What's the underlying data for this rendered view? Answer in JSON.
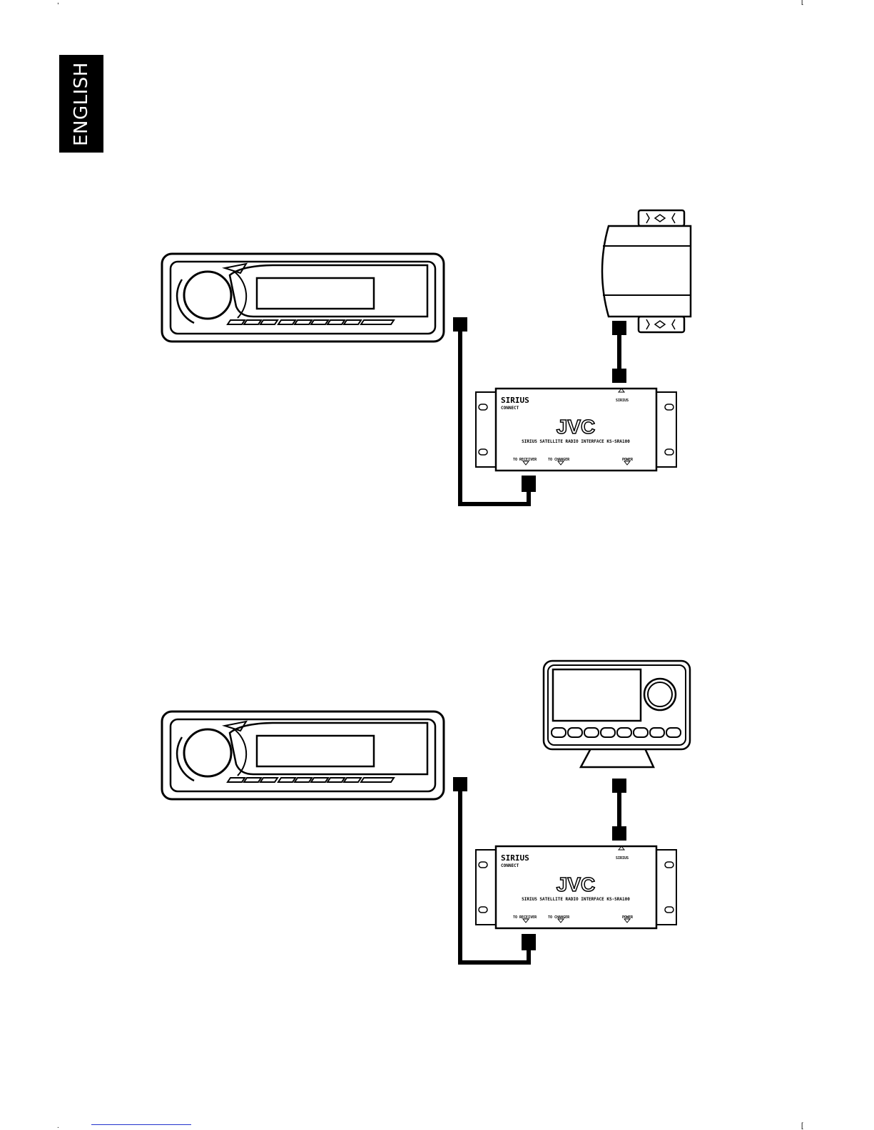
{
  "language_tab": "ENGLISH",
  "interface_box": {
    "brand_logo": "SIRIUS",
    "brand_sub": "CONNECT",
    "maker_logo": "JVC",
    "model_text": "SIRIUS SATELLITE RADIO INTERFACE KS-SRA100",
    "port_top": "SIRIUS",
    "port_receiver": "TO RECEIVER",
    "port_changer": "TO CHANGER",
    "port_power": "POWER"
  },
  "diagrams": [
    {
      "name": "top",
      "device": "sirius-tuner-module"
    },
    {
      "name": "bottom",
      "device": "sirius-radio-dock"
    }
  ]
}
